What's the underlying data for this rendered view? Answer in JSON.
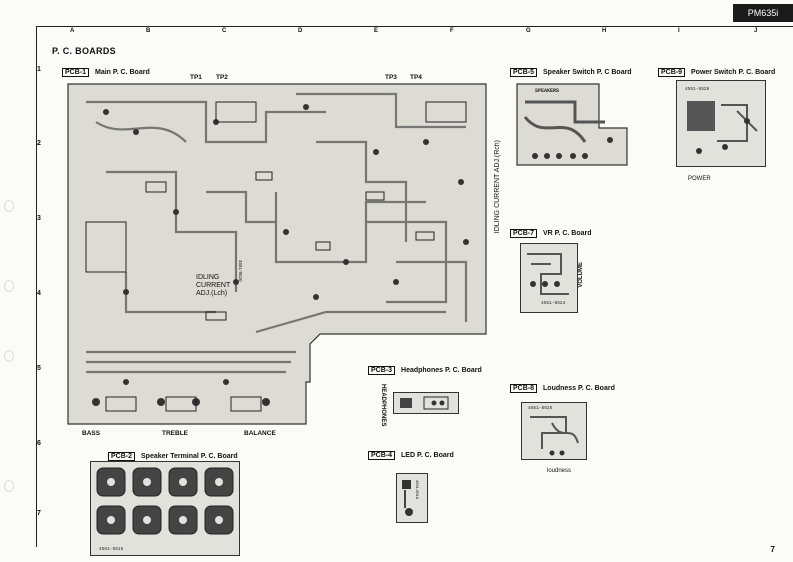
{
  "model": "PM635i",
  "page_title": "P. C. BOARDS",
  "page_number": "7",
  "columns": [
    "A",
    "B",
    "C",
    "D",
    "E",
    "F",
    "G",
    "H",
    "I",
    "J"
  ],
  "rows": [
    "1",
    "2",
    "3",
    "4",
    "5",
    "6",
    "7"
  ],
  "boards": {
    "pcb1": {
      "tag": "PCB-1",
      "title": "Main P. C. Board",
      "tp1": "TP1",
      "tp2": "TP2",
      "tp3": "TP3",
      "tp4": "TP4",
      "idle_left": "IDLING CURRENT ADJ.(Lch)",
      "idle_right": "IDLING CURRENT ADJ.(Rch)",
      "code": "4551-8520",
      "bass": "BASS",
      "treble": "TREBLE",
      "balance": "BALANCE"
    },
    "pcb2": {
      "tag": "PCB-2",
      "title": "Speaker Terminal P. C. Board",
      "code": "4551-8515"
    },
    "pcb3": {
      "tag": "PCB-3",
      "title": "Headphones P. C. Board",
      "label": "HEADPHONES"
    },
    "pcb4": {
      "tag": "PCB-4",
      "title": "LED P. C. Board",
      "code": "4551-8516"
    },
    "pcb5": {
      "tag": "PCB-5",
      "title": "Speaker Switch P. C Board",
      "label": "SPEAKERS"
    },
    "pcb7": {
      "tag": "PCB-7",
      "title": "VR P. C. Board",
      "label": "VOLUME",
      "code": "4551-8524"
    },
    "pcb8": {
      "tag": "PCB-8",
      "title": "Loudness P. C. Board",
      "label": "loudness",
      "code": "4551-8525"
    },
    "pcb9": {
      "tag": "PCB-9",
      "title": "Power Switch P. C. Board",
      "label": "POWER",
      "code": "4551-8526"
    }
  }
}
